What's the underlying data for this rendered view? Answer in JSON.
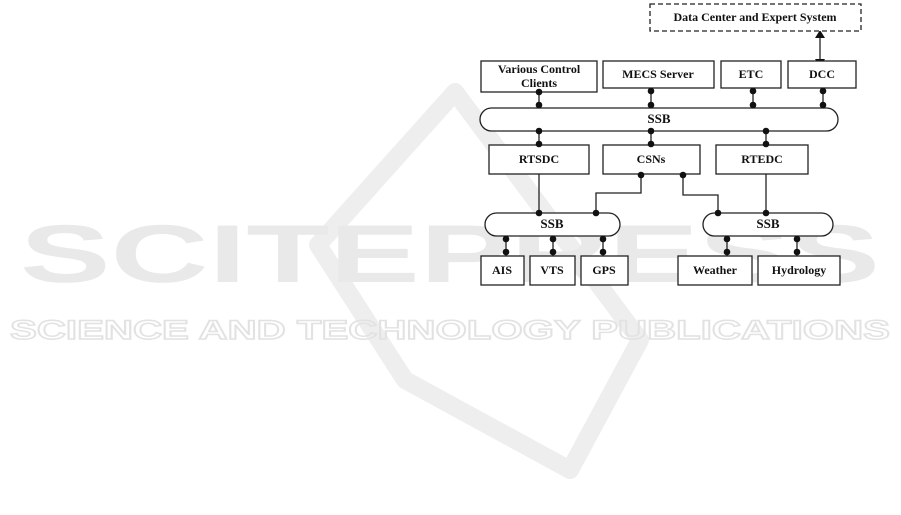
{
  "watermark": {
    "brand": "SCITEPRESS",
    "tagline": "SCIENCE AND TECHNOLOGY PUBLICATIONS"
  },
  "diagram": {
    "top_system": "Data Center and Expert System",
    "clients": [
      "Various Control",
      "Clients"
    ],
    "mecs_server": "MECS Server",
    "etc": "ETC",
    "dcc": "DCC",
    "main_bus": "SSB",
    "rtsdc": "RTSDC",
    "csns": "CSNs",
    "rtedc": "RTEDC",
    "left_bus": "SSB",
    "right_bus": "SSB",
    "ais": "AIS",
    "vts": "VTS",
    "gps": "GPS",
    "weather": "Weather",
    "hydrology": "Hydrology"
  }
}
